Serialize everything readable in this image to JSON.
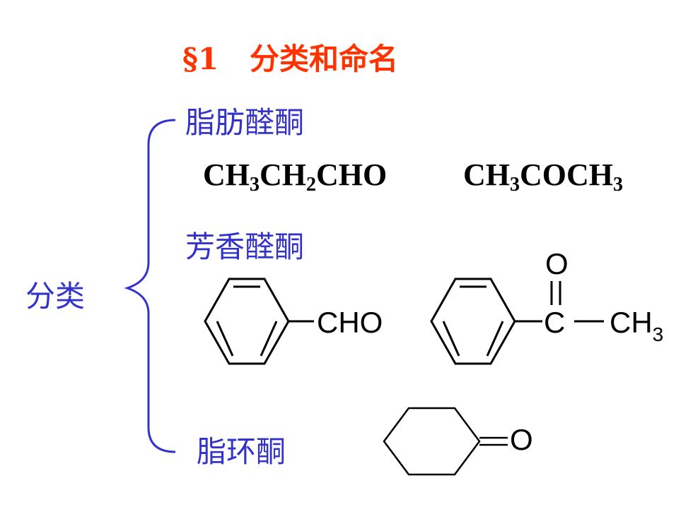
{
  "title": "§1   分类和命名",
  "classification": {
    "root_label": "分类",
    "branches": [
      {
        "label": "脂肪醛酮",
        "formulas": [
          {
            "parts": [
              "CH",
              "3",
              "CH",
              "2",
              "CHO"
            ]
          },
          {
            "parts": [
              "CH",
              "3",
              "COCH",
              "3",
              ""
            ]
          }
        ]
      },
      {
        "label": "芳香醛酮",
        "structures": [
          {
            "substituent": "CHO"
          },
          {
            "carbonyl_o": "O",
            "carbon": "C",
            "methyl": "CH",
            "methyl_sub": "3"
          }
        ]
      },
      {
        "label": "脂环酮",
        "structures": [
          {
            "carbonyl_o": "O"
          }
        ]
      }
    ]
  },
  "colors": {
    "title": "#ff3300",
    "label": "#3333cc",
    "structure": "#000000"
  }
}
